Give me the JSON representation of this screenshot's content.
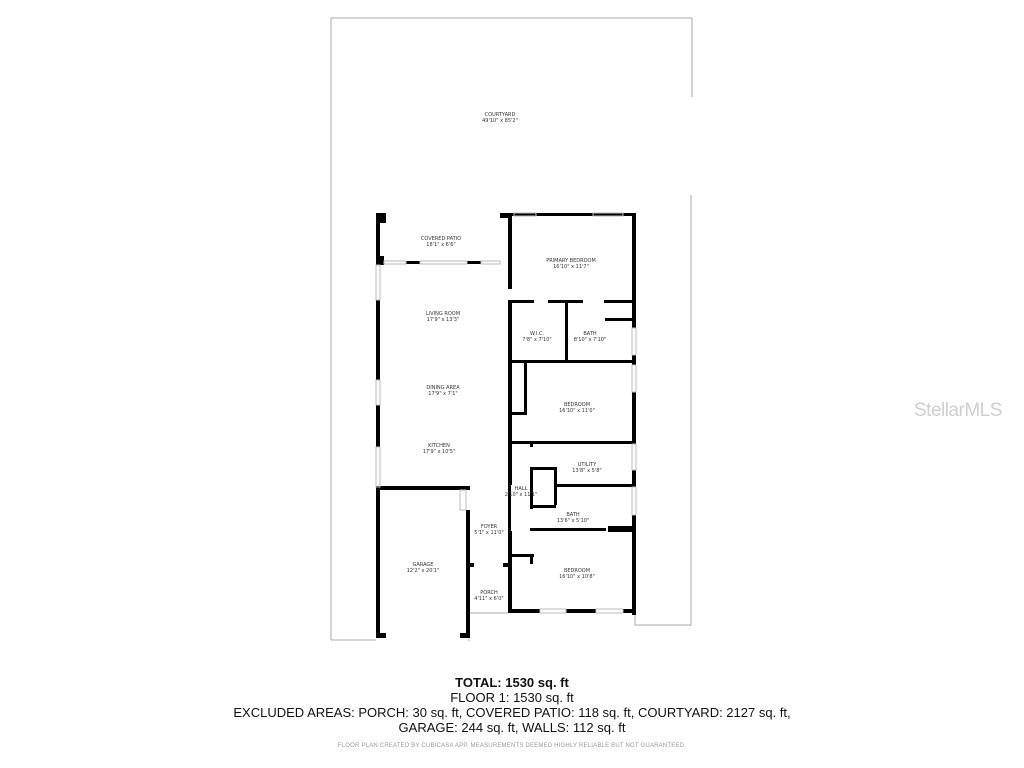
{
  "rooms": [
    {
      "name": "COURTYARD",
      "dims": "49'10\" x 85'2\""
    },
    {
      "name": "COVERED PATIO",
      "dims": "18'1\" x 6'6\""
    },
    {
      "name": "PRIMARY BEDROOM",
      "dims": "16'10\" x 11'7\""
    },
    {
      "name": "LIVING ROOM",
      "dims": "17'9\" x 13'3\""
    },
    {
      "name": "W.I.C.",
      "dims": "7'8\" x 7'10\""
    },
    {
      "name": "BATH",
      "dims": "8'10\" x 7'10\""
    },
    {
      "name": "DINING AREA",
      "dims": "17'9\" x 7'1\""
    },
    {
      "name": "BEDROOM",
      "dims": "16'10\" x 11'0\""
    },
    {
      "name": "KITCHEN",
      "dims": "17'9\" x 10'5\""
    },
    {
      "name": "UTILITY",
      "dims": "13'8\" x 5'8\""
    },
    {
      "name": "HALL",
      "dims": "2'10\" x 11'1\""
    },
    {
      "name": "BATH",
      "dims": "13'6\" x 5'10\""
    },
    {
      "name": "FOYER",
      "dims": "5'1\" x 11'0\""
    },
    {
      "name": "GARAGE",
      "dims": "12'2\" x 20'1\""
    },
    {
      "name": "BEDROOM",
      "dims": "16'10\" x 10'8\""
    },
    {
      "name": "PORCH",
      "dims": "4'11\" x 6'0\""
    }
  ],
  "watermark": "StellarMLS",
  "summary": {
    "total": "TOTAL: 1530 sq. ft",
    "floor": "FLOOR 1: 1530 sq. ft",
    "excluded_line1": "EXCLUDED AREAS: PORCH: 30 sq. ft, COVERED PATIO: 118 sq. ft, COURTYARD: 2127 sq. ft,",
    "excluded_line2": "GARAGE: 244 sq. ft, WALLS: 112 sq. ft"
  },
  "credit": "FLOOR PLAN CREATED BY CUBICASA APP. MEASUREMENTS DEEMED HIGHLY RELIABLE BUT NOT GUARANTEED.",
  "colors": {
    "wall": "#000000",
    "outline": "#b0b0b0",
    "window": "#d8d8d8"
  }
}
